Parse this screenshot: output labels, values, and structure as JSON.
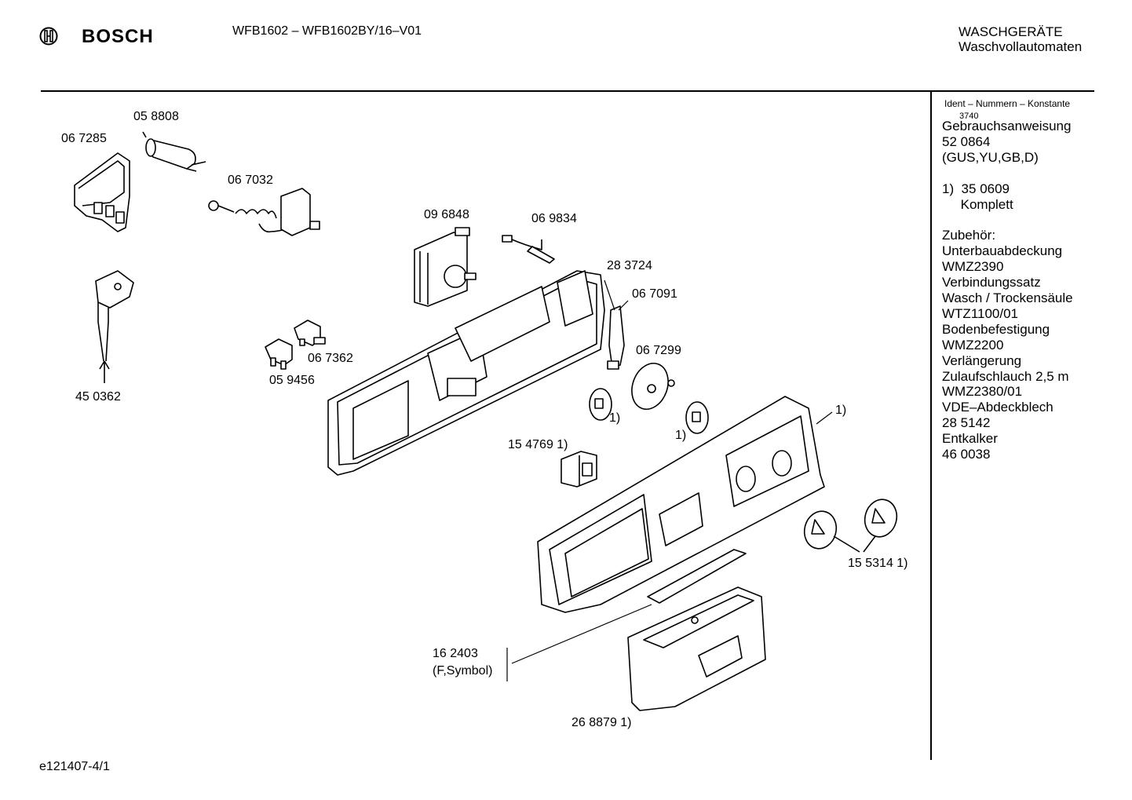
{
  "header": {
    "brand": "BOSCH",
    "model": "WFB1602 – WFB1602BY/16–V01",
    "category_line1": "WASCHGERÄTE",
    "category_line2": "Waschvollautomaten"
  },
  "sidebar": {
    "heading": "Ident – Nummern – Konstante",
    "small_code": "3740",
    "lines": [
      "Gebrauchsanweisung",
      "52 0864",
      "(GUS,YU,GB,D)",
      "",
      "1)  35 0609",
      "     Komplett",
      "",
      "Zubehör:",
      "Unterbauabdeckung",
      "WMZ2390",
      "Verbindungssatz",
      "Wasch / Trockensäule",
      "WTZ1100/01",
      "Bodenbefestigung",
      "WMZ2200",
      "Verlängerung",
      "Zulaufschlauch 2,5 m",
      "WMZ2380/01",
      "VDE–Abdeckblech",
      "28 5142",
      "Entkalker",
      "46 0038"
    ]
  },
  "parts": {
    "p058808": "05 8808",
    "p067285": "06 7285",
    "p067032": "06 7032",
    "p096848": "09 6848",
    "p069834": "06 9834",
    "p283724": "28 3724",
    "p067091": "06 7091",
    "p067299": "06 7299",
    "p067362": "06 7362",
    "p059456": "05 9456",
    "p450362": "45 0362",
    "p154769": "15 4769 1)",
    "p155314": "15 5314 1)",
    "p162403a": "16 2403",
    "p162403b": "(F,Symbol)",
    "p268879": "26 8879 1)",
    "fn1": "1)",
    "fn2": "1)",
    "fn3": "1)"
  },
  "footer": {
    "drawing_id": "e121407-4/1"
  }
}
